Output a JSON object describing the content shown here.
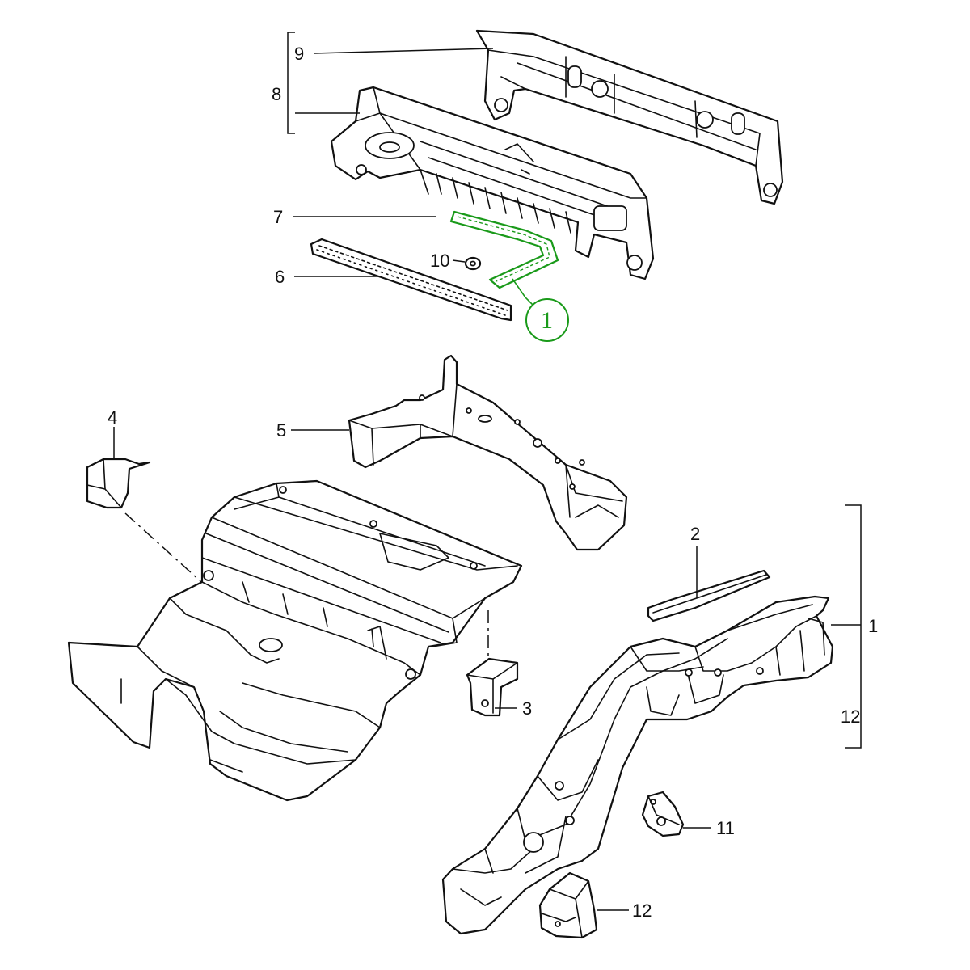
{
  "diagram": {
    "callouts": {
      "c1": "1",
      "c2": "2",
      "c3": "3",
      "c4": "4",
      "c5": "5",
      "c6": "6",
      "c7": "7",
      "c8": "8",
      "c9": "9",
      "c10": "10",
      "c11": "11",
      "c12_bracket": "12",
      "c12_part": "12"
    },
    "highlight_marker": "1",
    "highlight_color": "#1a9a1a",
    "line_color": "#111111"
  }
}
